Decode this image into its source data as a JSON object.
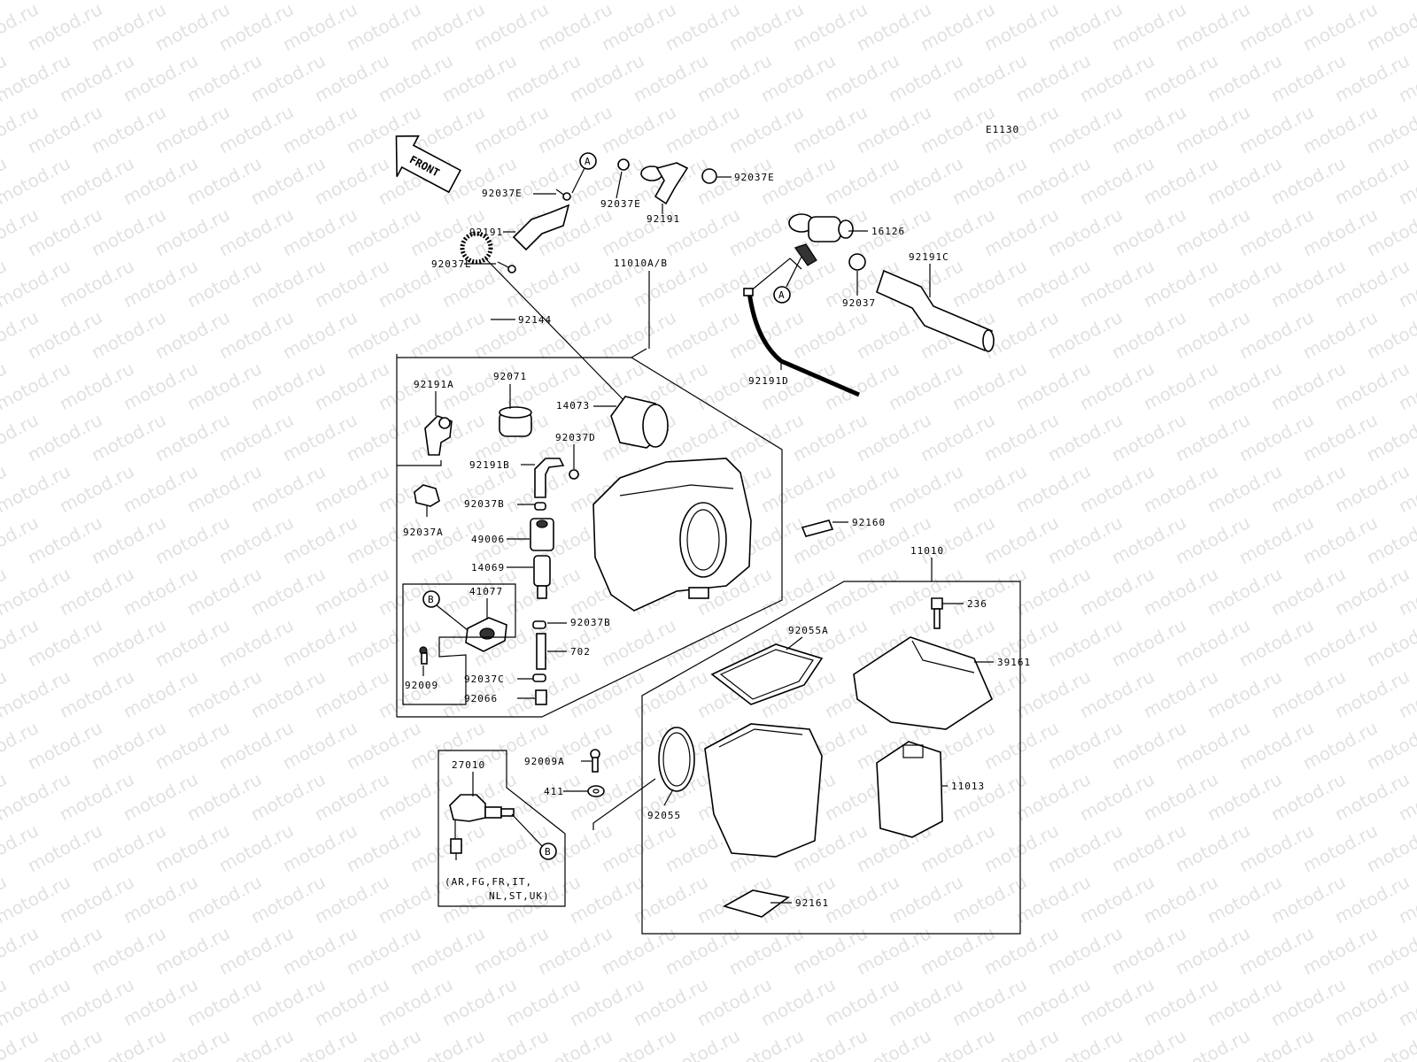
{
  "watermark": "motod.ru",
  "diagram_code": "E1130",
  "front_label": "FRONT",
  "variants_note": [
    "(AR,FG,FR,IT,",
    "NL,ST,UK)"
  ],
  "refs": [
    "A",
    "A",
    "B",
    "B"
  ],
  "labels": [
    "92037E",
    "92037E",
    "92191",
    "92037E",
    "92191",
    "92037E",
    "16126",
    "92191C",
    "92037",
    "92191D",
    "92144",
    "11010A/B",
    "92071",
    "92191A",
    "14073",
    "92037D",
    "92191B",
    "92037B",
    "92037A",
    "49006",
    "14069",
    "41077",
    "92160",
    "92037B",
    "702",
    "92009",
    "92037C",
    "92066",
    "11010",
    "236",
    "92055A",
    "39161",
    "92009A",
    "27010",
    "411",
    "92055",
    "11013",
    "92161"
  ],
  "colors": {
    "ink": "#000000",
    "watermark": "#c9c9c9",
    "background": "#ffffff"
  }
}
